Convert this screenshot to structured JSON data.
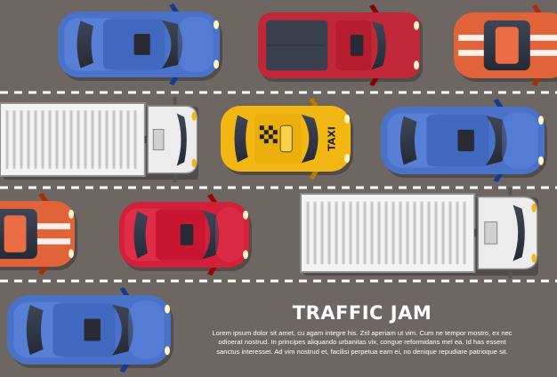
{
  "scene": {
    "road_color": "#6d6662",
    "lane_marking_color": "#ffffff",
    "vehicles": [
      {
        "kind": "car",
        "color": "#4a72c9",
        "direction": "right"
      },
      {
        "kind": "pickup",
        "color": "#c0283a",
        "direction": "right"
      },
      {
        "kind": "car",
        "color": "#e0633a",
        "direction": "right"
      },
      {
        "kind": "truck",
        "color": "#ececec",
        "direction": "right"
      },
      {
        "kind": "taxi",
        "color": "#f2b713",
        "direction": "right",
        "sign": "TAXI"
      },
      {
        "kind": "car",
        "color": "#4a72c9",
        "direction": "right"
      },
      {
        "kind": "car",
        "color": "#e0633a",
        "direction": "right"
      },
      {
        "kind": "car",
        "color": "#d21f3a",
        "direction": "right"
      },
      {
        "kind": "truck",
        "color": "#ececec",
        "direction": "right"
      },
      {
        "kind": "car",
        "color": "#4a72c9",
        "direction": "right"
      }
    ]
  },
  "caption": {
    "title": "TRAFFIC JAM",
    "body": "Lorem ipsum dolor sit amet, cu agam integre his. Zril aperiam ut vim. Cum ne tempor mostro, ex nec odioerat nostrud. In principes aliquando urbanitas vix, congue reformidans mel ea. Id has essent sanctus interesset. Ad vim nostrud et, facilisi perpetua eam ei, no denique repudiare patrioque sit."
  }
}
